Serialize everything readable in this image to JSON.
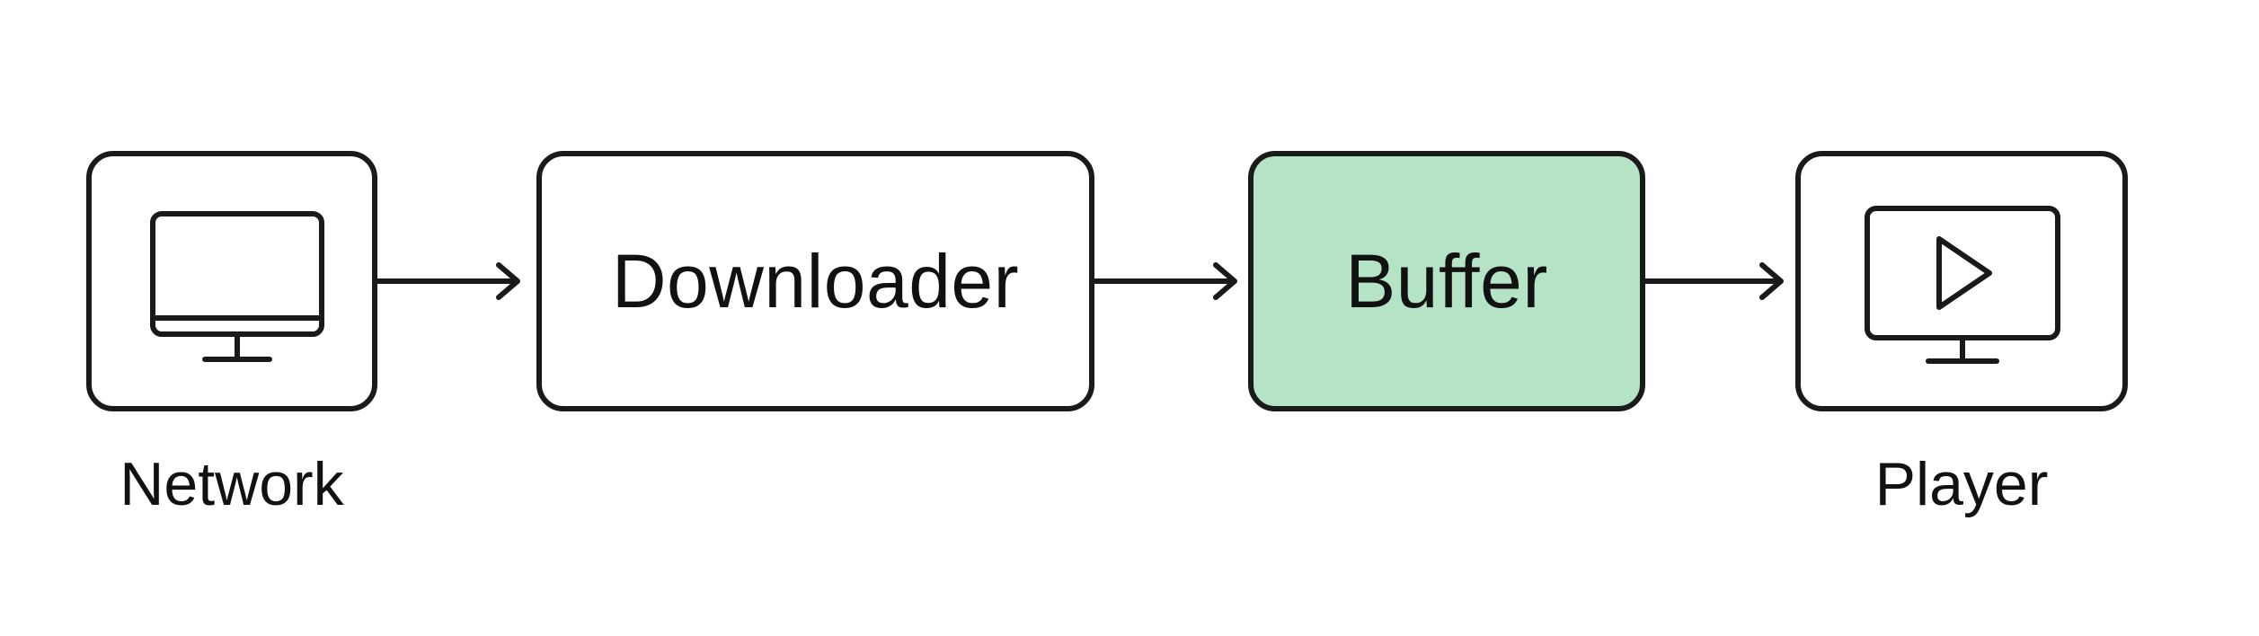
{
  "nodes": {
    "network": {
      "caption": "Network",
      "icon": "monitor-icon"
    },
    "downloader": {
      "label": "Downloader"
    },
    "buffer": {
      "label": "Buffer",
      "fill": "#b5e3c6"
    },
    "player": {
      "caption": "Player",
      "icon": "video-player-icon"
    }
  },
  "edges": [
    {
      "from": "network",
      "to": "downloader"
    },
    {
      "from": "downloader",
      "to": "buffer"
    },
    {
      "from": "buffer",
      "to": "player"
    }
  ],
  "colors": {
    "stroke": "#1a1a1a",
    "buffer_fill": "#b5e3c6",
    "background": "#ffffff"
  }
}
